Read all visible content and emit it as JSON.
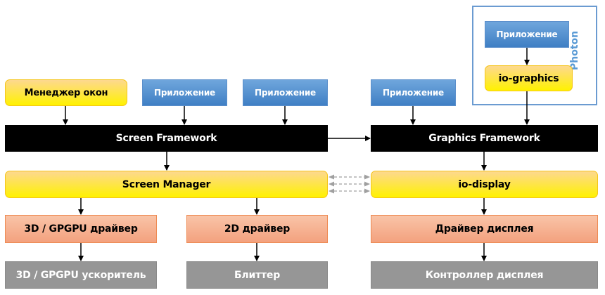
{
  "diagram": {
    "top_row": {
      "window_manager": "Менеджер окон",
      "app_1": "Приложение",
      "app_2": "Приложение",
      "app_3": "Приложение"
    },
    "photon": {
      "label": "Photon",
      "app": "Приложение",
      "io_graphics": "io-graphics"
    },
    "frameworks": {
      "screen_framework": "Screen Framework",
      "graphics_framework": "Graphics Framework"
    },
    "managers": {
      "screen_manager": "Screen Manager",
      "io_display": "io-display"
    },
    "drivers": {
      "gpu_driver": "3D / GPGPU драйвер",
      "driver_2d": "2D драйвер",
      "display_driver": "Драйвер дисплея"
    },
    "hardware": {
      "gpu_accelerator": "3D / GPGPU ускоритель",
      "blitter": "Блиттер",
      "display_controller": "Контроллер дисплея"
    },
    "colors": {
      "app_blue": "#4f8ccf",
      "manager_yellow": "#fff200",
      "framework_black": "#000000",
      "driver_salmon": "#f4a582",
      "hardware_gray": "#969696",
      "photon_frame": "#6b9bd1"
    }
  }
}
